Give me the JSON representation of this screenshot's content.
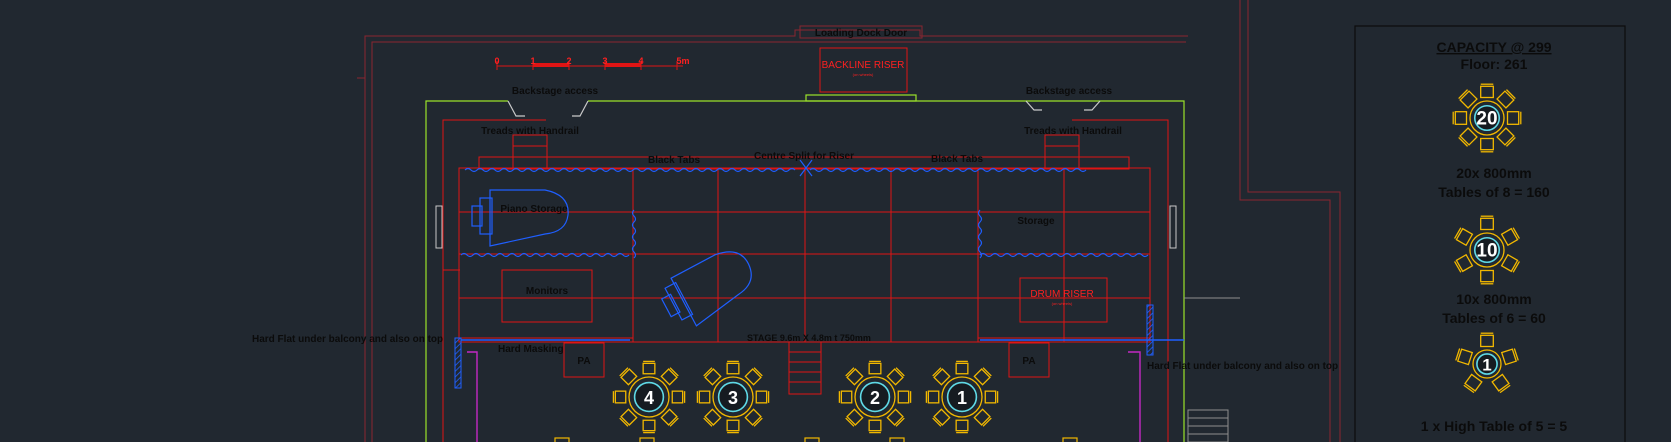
{
  "labels": {
    "loading_dock": "Loading Dock Door",
    "backline_riser": "BACKLINE RISER",
    "backline_riser_sub": "(on wheels)",
    "backstage_left": "Backstage access",
    "backstage_right": "Backstage access",
    "treads_left": "Treads with Handrail",
    "treads_right": "Treads with Handrail",
    "black_tabs_left": "Black Tabs",
    "black_tabs_right": "Black Tabs",
    "centre_split": "Centre Split for Riser",
    "piano_storage": "Piano Storage",
    "storage": "Storage",
    "monitors": "Monitors",
    "drum_riser": "DRUM RISER",
    "drum_riser_sub": "(on wheels)",
    "stage_dims": "STAGE 9.6m X 4.8m t 750mm",
    "hard_flat_left": "Hard Flat under balcony and also on top",
    "hard_flat_right": "Hard Flat under balcony and also on top",
    "hard_masking": "Hard Masking",
    "pa_left": "PA",
    "pa_right": "PA"
  },
  "scale_bar": {
    "ticks": [
      "0",
      "1",
      "2",
      "3",
      "4",
      "5m"
    ]
  },
  "capacity": {
    "title": "CAPACITY @ 299",
    "floor": "Floor: 261",
    "groups": [
      {
        "badge": "20",
        "line1": "20x 800mm",
        "line2": "Tables of 8 = 160",
        "seats": 8
      },
      {
        "badge": "10",
        "line1": "10x 800mm",
        "line2": "Tables of 6 = 60",
        "seats": 6
      },
      {
        "badge": "1",
        "line1": "",
        "line2": "1 x High Table of 5 = 5",
        "seats": 5
      }
    ]
  },
  "floor_tables": [
    "4",
    "3",
    "2",
    "1"
  ],
  "colors": {
    "background": "#212830",
    "stage_red": "#e01414",
    "wall_green": "#9be22a",
    "piano_blue": "#1f5fff",
    "chair_yellow": "#f2b800",
    "table_cyan": "#5fd9e6",
    "magenta": "#c428c4"
  }
}
